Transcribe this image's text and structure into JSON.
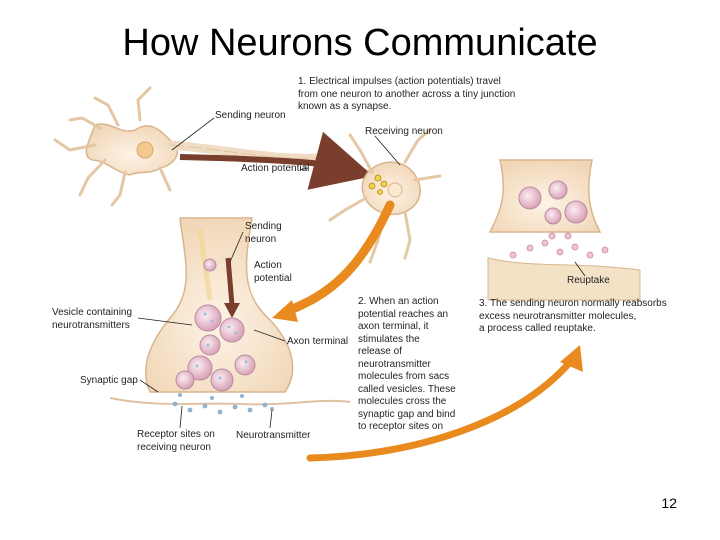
{
  "title": "How Neurons Communicate",
  "page_number": "12",
  "step1": "1. Electrical impulses (action potentials) travel\nfrom one neuron to another across a tiny junction\nknown as a synapse.",
  "step2": "2. When an action\npotential reaches an\naxon terminal, it\nstimulates the\nrelease of\nneurotransmitter\nmolecules from sacs\ncalled vesicles. These\nmolecules cross the\nsynaptic gap and bind\nto receptor sites on",
  "step3": "3. The sending neuron normally reabsorbs\nexcess neurotransmitter molecules,\na process called reuptake.",
  "labels": {
    "sending_neuron_top": "Sending neuron",
    "receiving_neuron": "Receiving neuron",
    "action_potential_top": "Action potential",
    "sending_neuron_mid": "Sending\nneuron",
    "action_potential_mid": "Action\npotential",
    "vesicle": "Vesicle containing\nneurotransmitters",
    "axon_terminal": "Axon terminal",
    "synaptic_gap": "Synaptic gap",
    "receptor_sites": "Receptor sites on\nreceiving neuron",
    "neurotransmitter": "Neurotransmitter",
    "reuptake": "Reuptake"
  },
  "colors": {
    "neuron_fill": "#f7e6cf",
    "neuron_stroke": "#d9b58c",
    "arrow_orange": "#e98a1e",
    "arrow_brown": "#7a3e2c",
    "vesicle_pink": "#d9a2b6",
    "receptor_blue": "#8fb3cf"
  }
}
